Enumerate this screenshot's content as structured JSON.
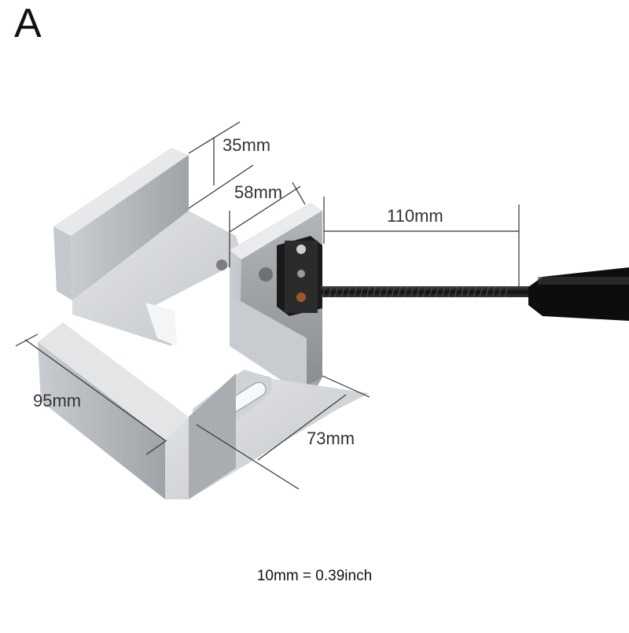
{
  "product": {
    "variant_letter": "A"
  },
  "dimensions": {
    "height_label": "35mm",
    "jaw_label": "58mm",
    "screw_label": "110mm",
    "length_label": "95mm",
    "width_label": "73mm"
  },
  "footnote": "10mm = 0.39inch",
  "colors": {
    "aluminum_light": "#d6d8db",
    "aluminum_mid": "#b9bcc0",
    "aluminum_dark": "#8f9398",
    "handle": "#111111",
    "dimension_line": "#333333"
  }
}
